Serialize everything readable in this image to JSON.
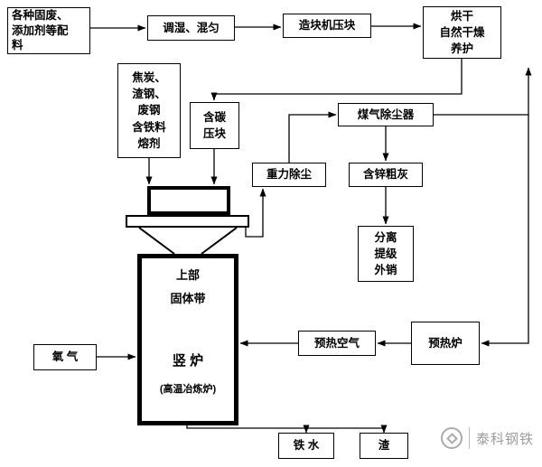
{
  "diagram": {
    "nodes": {
      "ingredients": {
        "label": "各种固废、\n添加剂等配\n料"
      },
      "mixing": {
        "label": "调湿、混匀"
      },
      "briquetting": {
        "label": "造块机压块"
      },
      "drying": {
        "label": "烘干\n自然干燥\n养护"
      },
      "coke_materials": {
        "label": "焦炭、\n渣钢、\n废钢\n含铁料\n熔剂"
      },
      "carbon_briquette": {
        "label": "含碳\n压块"
      },
      "gas_deduster": {
        "label": "煤气除尘器"
      },
      "gravity_dedusting": {
        "label": "重力除尘"
      },
      "zinc_ash": {
        "label": "含锌粗灰"
      },
      "separation": {
        "label": "分离\n提级\n外销"
      },
      "oxygen": {
        "label": "氧  气"
      },
      "preheated_air": {
        "label": "预热空气"
      },
      "preheater": {
        "label": "预热炉"
      },
      "molten_iron": {
        "label": "铁  水"
      },
      "slag": {
        "label": "渣"
      }
    },
    "furnace": {
      "upper_label": "上部",
      "zone_label": "固体带",
      "name": "竖  炉",
      "subtitle": "(高温冶炼炉)"
    },
    "watermark": {
      "text": "泰科钢铁"
    },
    "colors": {
      "line": "#000000",
      "watermark": "#9c9c9c"
    }
  }
}
